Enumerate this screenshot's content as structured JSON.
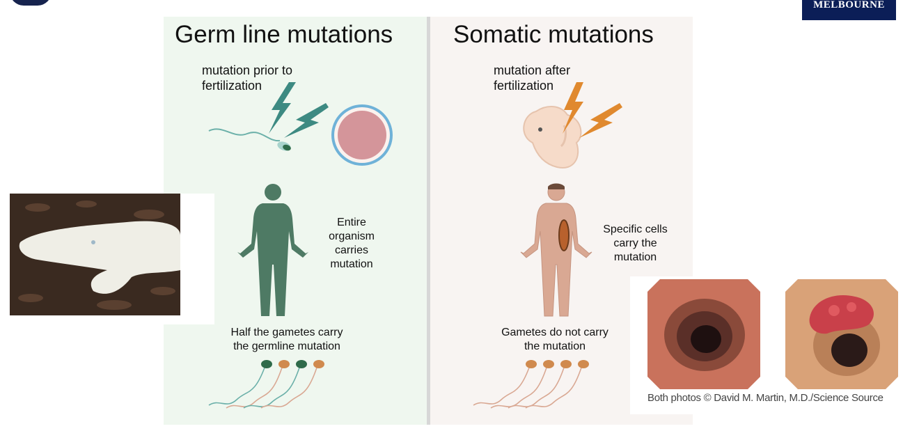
{
  "logo": {
    "line1": "MELBOURNE"
  },
  "germline": {
    "title": "Germ line mutations",
    "event_label_line1": "mutation prior to",
    "event_label_line2": "fertilization",
    "organism_label": [
      "Entire",
      "organism",
      "carries",
      "mutation"
    ],
    "gametes_label_line1": "Half the gametes carry",
    "gametes_label_line2": "the germline mutation"
  },
  "somatic": {
    "title": "Somatic mutations",
    "event_label_line1": "mutation after",
    "event_label_line2": "fertilization",
    "cells_label": [
      "Specific cells",
      "carry the",
      "mutation"
    ],
    "gametes_label_line1": "Gametes do not carry",
    "gametes_label_line2": "the mutation"
  },
  "photos": {
    "credit": "Both photos © David M. Martin, M.D./Science Source"
  },
  "colors": {
    "germline_bolt": "#3d8a82",
    "somatic_bolt": "#e0892f",
    "mutant_body": "#4e7a64",
    "normal_body": "#d9a893",
    "egg_fill": "#d4959a",
    "egg_ring": "#6fb2d8",
    "logo_bg": "#0b1e57"
  }
}
